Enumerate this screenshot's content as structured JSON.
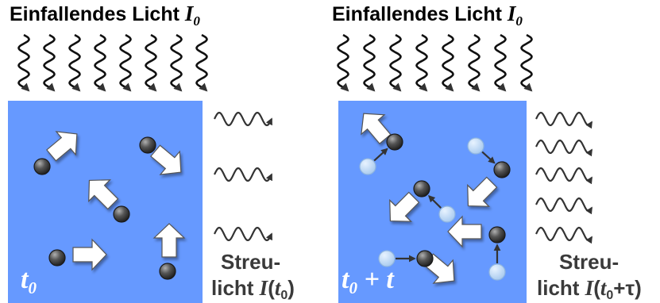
{
  "left_panel": {
    "title_prefix": "Einfallendes Licht ",
    "title_var": "I",
    "title_sub": "0",
    "time_var": "t",
    "time_sub": "0",
    "scatter_line1": "Streu-",
    "scatter_prefix": "licht ",
    "scatter_var": "I",
    "scatter_open": "(",
    "scatter_t": "t",
    "scatter_sub": "0",
    "scatter_close": ")"
  },
  "right_panel": {
    "title_prefix": "Einfallendes Licht ",
    "title_var": "I",
    "title_sub": "0",
    "time_var": "t",
    "time_sub": "0",
    "time_suffix": " + t",
    "scatter_line1": "Streu-",
    "scatter_prefix": "licht ",
    "scatter_var": "I",
    "scatter_open": "(",
    "scatter_t": "t",
    "scatter_sub": "0",
    "scatter_plus_tau": "+τ",
    "scatter_close": ")"
  },
  "colors": {
    "medium": "#6699ff",
    "particle": "#4a4a4a",
    "particle_ghost": "#bcd8f6",
    "wave": "#333333",
    "arrow_fill": "#ffffff"
  }
}
